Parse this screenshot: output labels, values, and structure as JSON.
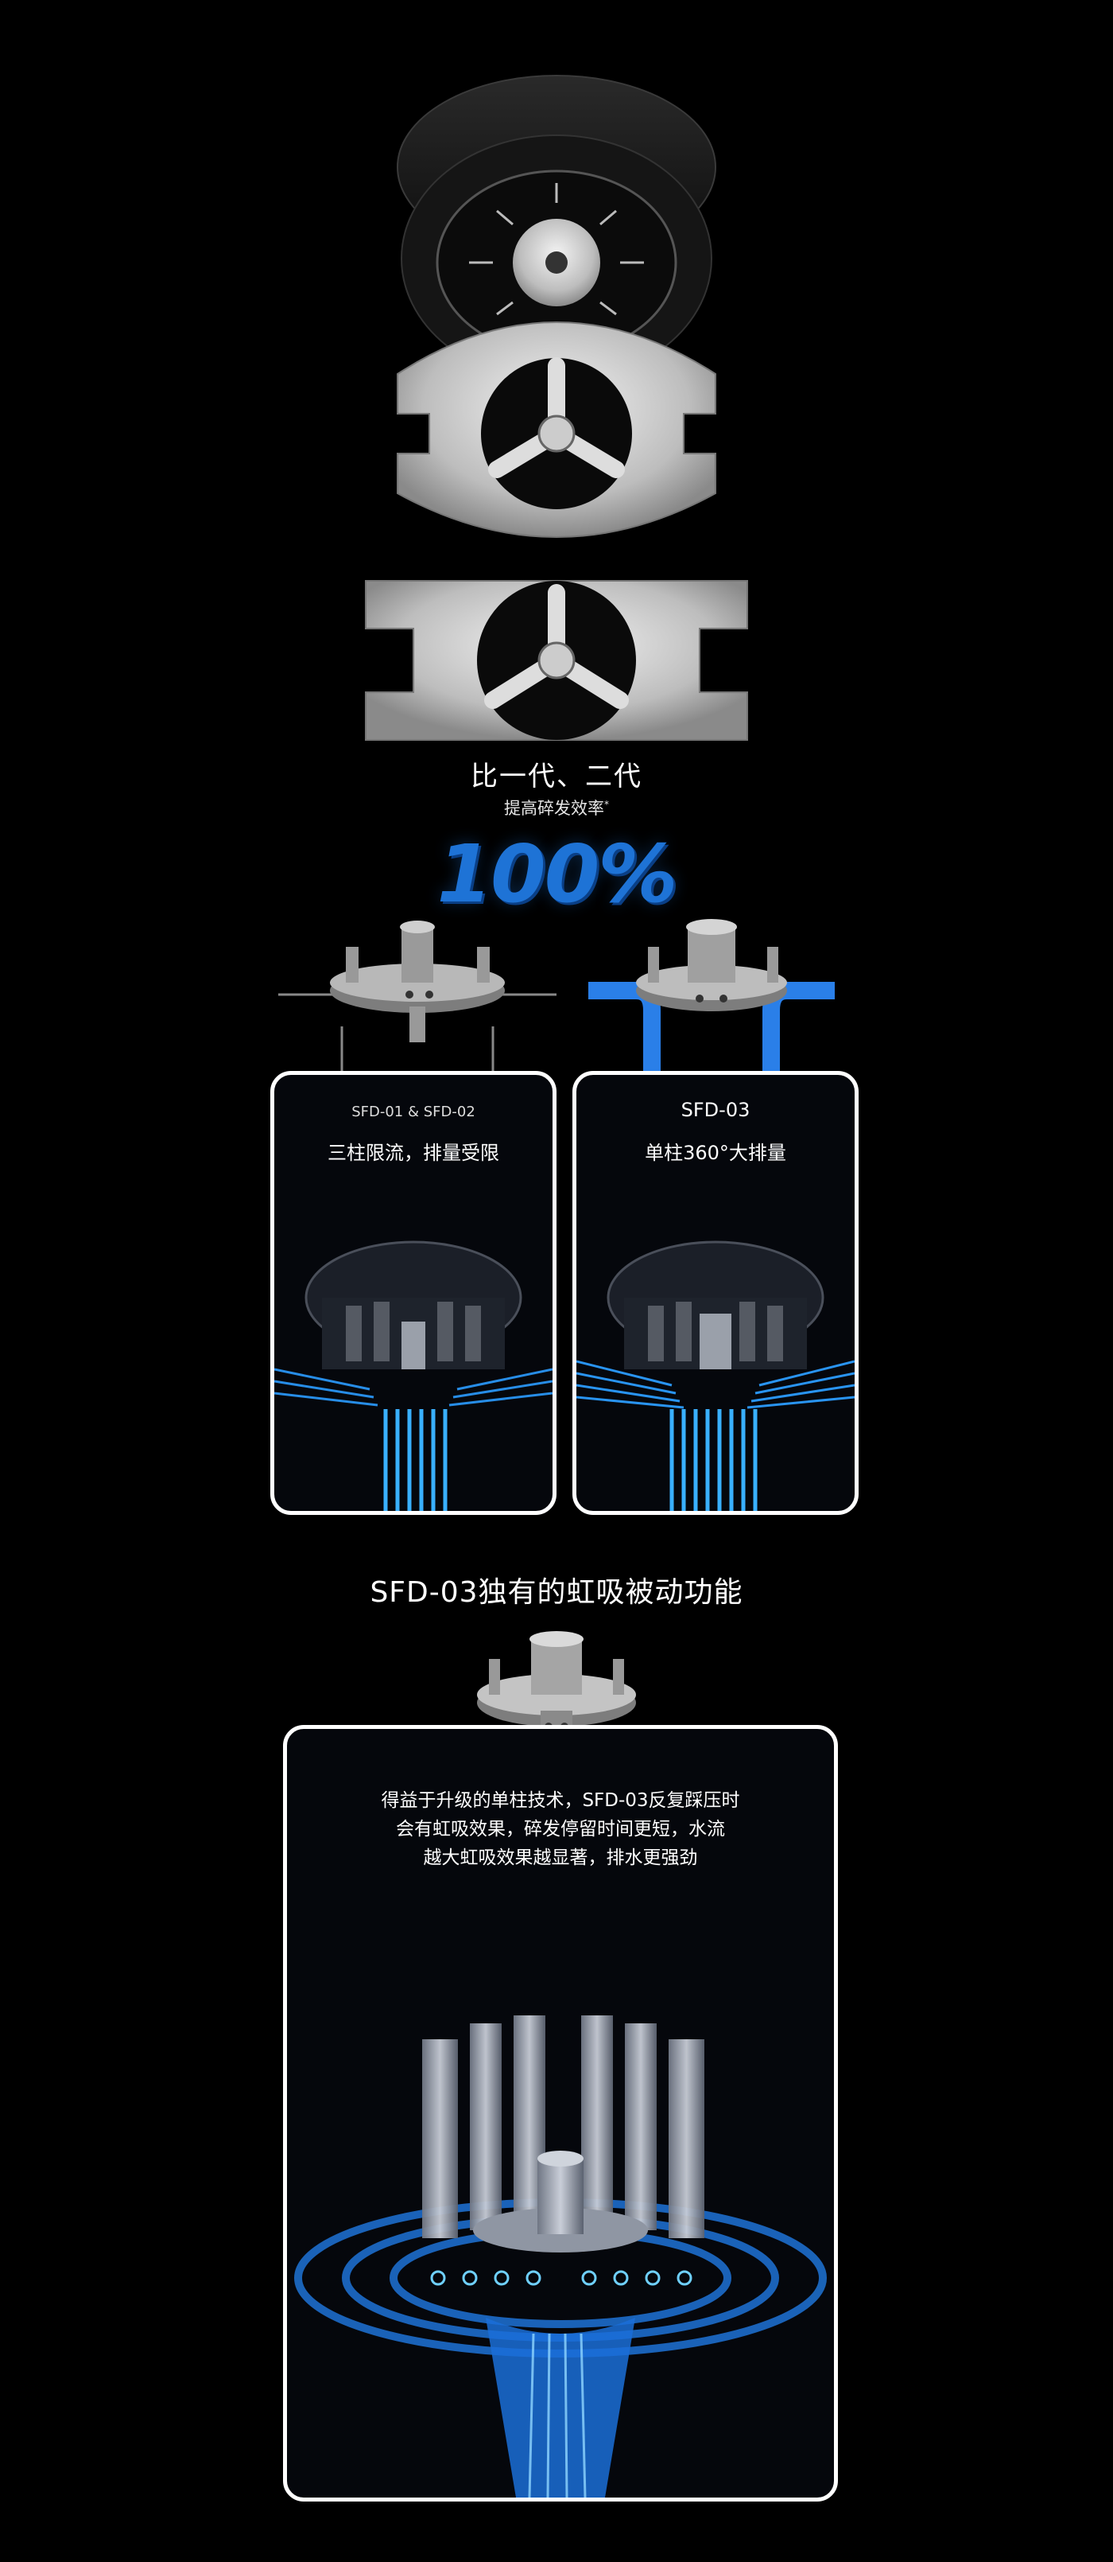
{
  "hero": {
    "headline": "比一代、二代",
    "subline": "提高碎发效率",
    "subline_mark": "*",
    "percent": "100%"
  },
  "compare": {
    "left": {
      "model": "SFD-01 & SFD-02",
      "feature": "三柱限流，排量受限"
    },
    "right": {
      "model": "SFD-03",
      "feature": "单柱360°大排量"
    }
  },
  "siphon": {
    "title": "SFD-03独有的虹吸被动功能",
    "desc_lines": [
      "得益于升级的单柱技术，SFD-03反复踩压时",
      "会有虹吸效果，碎发停留时间更短，水流",
      "越大虹吸效果越显著，排水更强劲"
    ]
  },
  "colors": {
    "accent": "#1e73d6",
    "flow": "#2b9cff",
    "background": "#000000"
  }
}
